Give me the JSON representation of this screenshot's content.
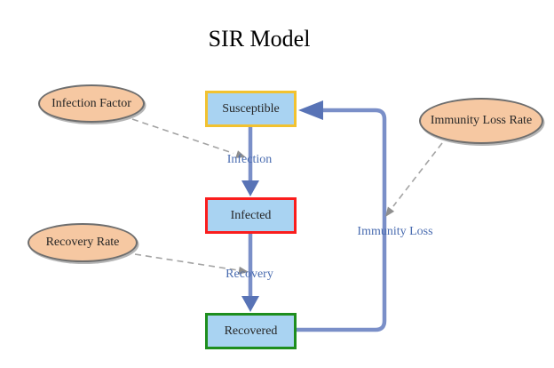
{
  "title": "SIR Model",
  "nodes": [
    {
      "id": "susceptible",
      "label": "Susceptible",
      "border_color": "#f2c230"
    },
    {
      "id": "infected",
      "label": "Infected",
      "border_color": "#fa1d1d"
    },
    {
      "id": "recovered",
      "label": "Recovered",
      "border_color": "#1e8e1e"
    }
  ],
  "parameters": [
    {
      "id": "infection-factor",
      "label": "Infection Factor",
      "points_to": "Infection"
    },
    {
      "id": "recovery-rate",
      "label": "Recovery Rate",
      "points_to": "Recovery"
    },
    {
      "id": "immunity-loss-rate",
      "label": "Immunity Loss Rate",
      "points_to": "Immunity Loss"
    }
  ],
  "transitions": [
    {
      "id": "infection",
      "label": "Infection",
      "from": "Susceptible",
      "to": "Infected"
    },
    {
      "id": "recovery",
      "label": "Recovery",
      "from": "Infected",
      "to": "Recovered"
    },
    {
      "id": "immunity-loss",
      "label": "Immunity Loss",
      "from": "Recovered",
      "to": "Susceptible"
    }
  ],
  "colors": {
    "title_color": "#000000",
    "text_dark": "#262626",
    "node_fill": "#a9d3f2",
    "susceptible_border": "#f2c230",
    "infected_border": "#fa1d1d",
    "recovered_border": "#1e8e1e",
    "param_fill": "#f6c8a2",
    "param_border": "#6e6e6e",
    "flow_blue": "#7a8fc8",
    "flow_head": "#5873b6",
    "label_blue": "#4a6cb0",
    "dashed_gray": "#a3a3a3",
    "dash_head": "#8f8f8f"
  }
}
